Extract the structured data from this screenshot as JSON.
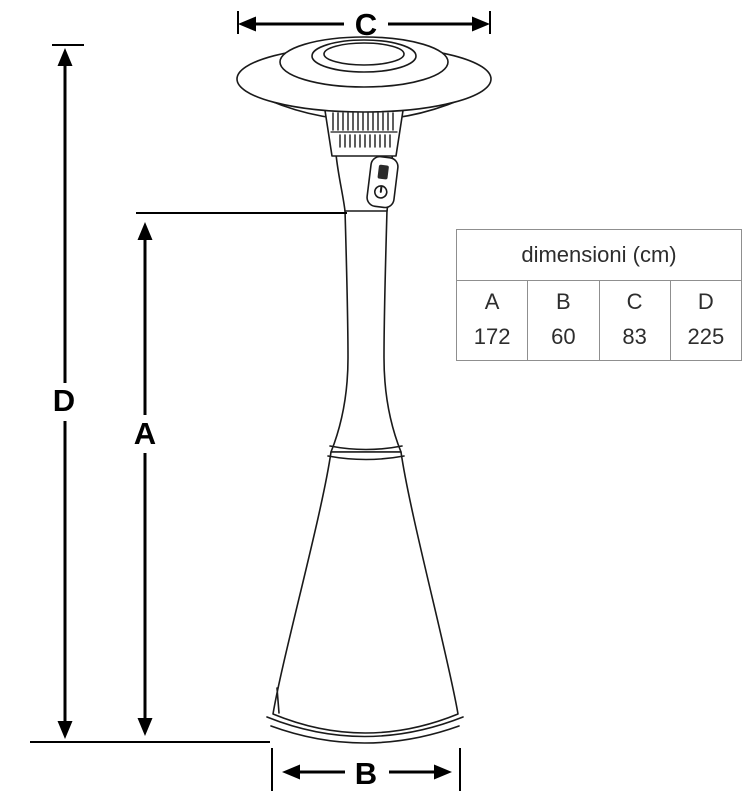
{
  "diagram": {
    "label_a": "A",
    "label_b": "B",
    "label_c": "C",
    "label_d": "D"
  },
  "table": {
    "title": "dimensioni (cm)",
    "columns": [
      {
        "label": "A",
        "value": "172"
      },
      {
        "label": "B",
        "value": "60"
      },
      {
        "label": "C",
        "value": "83"
      },
      {
        "label": "D",
        "value": "225"
      }
    ]
  },
  "colors": {
    "ink": "#1a1a1a",
    "dimension_line": "#000000",
    "table_border": "#8f8f8f"
  }
}
